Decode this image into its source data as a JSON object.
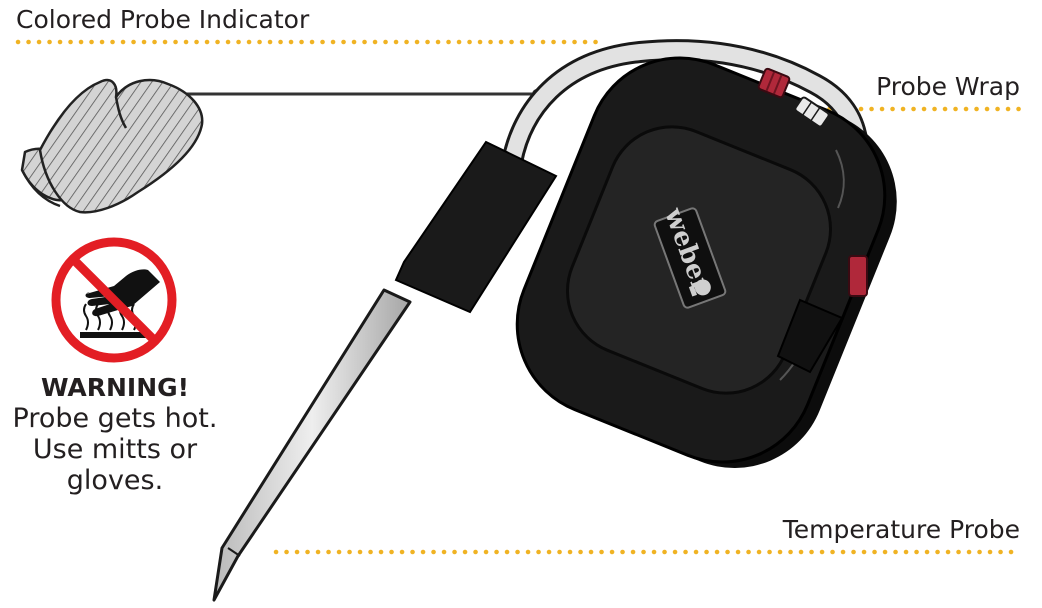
{
  "callouts": {
    "colored_probe_indicator": "Colored Probe Indicator",
    "probe_wrap": "Probe Wrap",
    "temperature_probe": "Temperature Probe"
  },
  "warning": {
    "title": "WARNING!",
    "lines": [
      "Probe gets hot.",
      "Use mitts or",
      "gloves."
    ]
  },
  "device": {
    "brand_logo_text": "weber"
  },
  "colors": {
    "callout_dots": "#f0b323",
    "warning_red": "#e31e24",
    "device_body": "#1a1a1a",
    "probe_indicator_red": "#b0283a"
  },
  "icons": [
    "oven-mitt-icon",
    "no-touch-hot-surface-icon"
  ]
}
